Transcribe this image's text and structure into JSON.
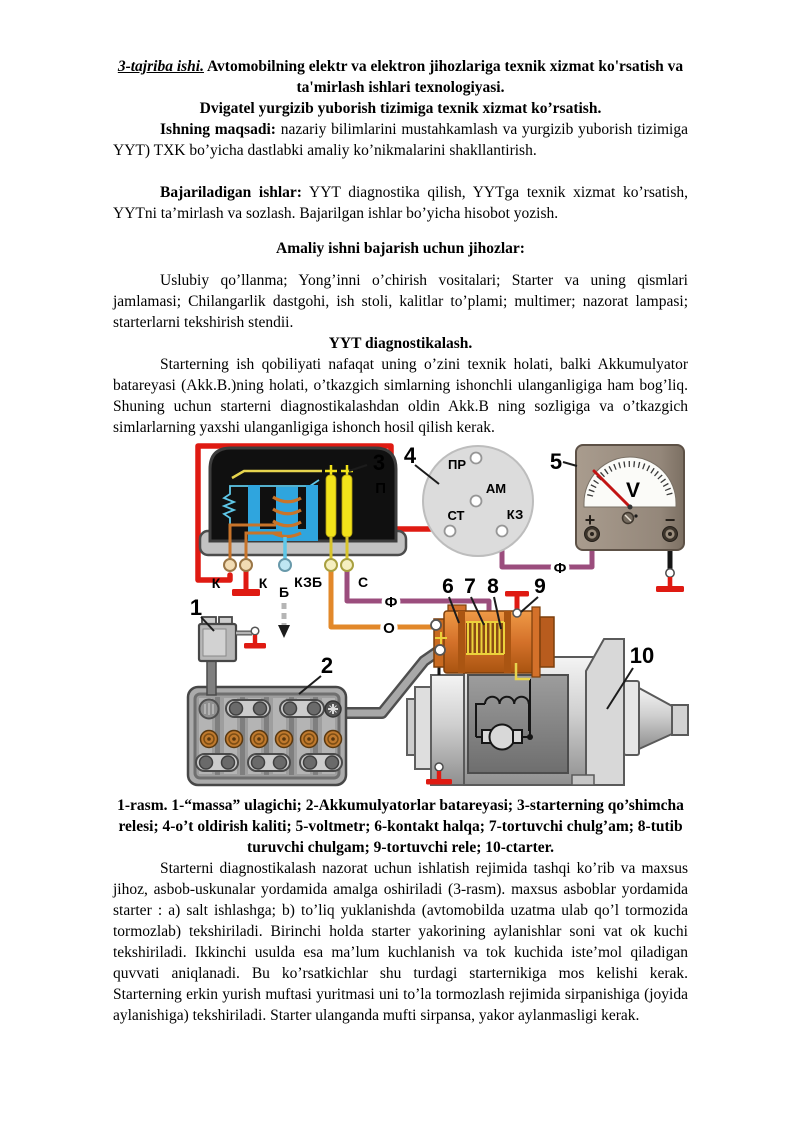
{
  "doc": {
    "title_lead": "3-tajriba ishi.",
    "title_rest": " Avtomobilning elektr va elektron jihozlariga texnik xizmat ko'rsatish va ta'mirlash ishlari texnologiyasi.",
    "subtitle": "Dvigatel yurgizib yuborish tizimiga texnik xizmat ko’rsatish.",
    "p1_label": "Ishning maqsadi:",
    "p1_text": " nazariy bilimlarini mustahkamlash va yurgizib yuborish tizimiga YYT) TXK bo’yicha dastlabki amaliy ko’nikmalarini shakllantirish.",
    "p2_label": "Bajariladigan ishlar:",
    "p2_text": " YYT diagnostika qilish, YYTga texnik xizmat ko’rsatish, YYTni ta’mirlash va sozlash. Bajarilgan ishlar bo’yicha hisobot yozish.",
    "h_equipment": "Amaliy ishni bajarish uchun jihozlar:",
    "p_equipment": "Uslubiy qo’llanma; Yong’inni o’chirish vositalari; Starter va uning qismlari jamlamasi; Chilangarlik dastgohi, ish stoli, kalitlar to’plami; multimer; nazorat lampasi; starterlarni tekshirish stendii.",
    "h_diagnostics": "YYT diagnostikalash.",
    "p_diagnostics": "Starterning ish qobiliyati nafaqat uning o’zini texnik holati, balki Akkumulyator batareyasi (Akk.B.)ning holati, o’tkazgich simlarning ishonchli ulanganligiga ham bog’liq. Shuning uchun starterni diagnostikalashdan oldin Akk.B ning sozligiga va o’tkazgich simlarlarning yaxshi ulanganligiga ishonch hosil qilish kerak.",
    "caption": "1-rasm. 1-“massa” ulagichi; 2-Akkumulyatorlar batareyasi; 3-starterning qo’shimcha relesi; 4-o’t oldirish kaliti; 5-voltmetr; 6-kontakt halqa; 7-tortuvchi chulg’am; 8-tutib turuvchi chulgam; 9-tortuvchi rele; 10-ctarter.",
    "p_final": "Starterni diagnostikalash nazorat uchun ishlatish rejimida tashqi ko’rib va maxsus jihoz, asbob-uskunalar yordamida amalga oshiriladi (3-rasm). maxsus asboblar yordamida starter : a) salt ishlashga; b) to’liq yuklanishda (avtomobilda uzatma ulab qo’l tormozida tormozlab) tekshiriladi. Birinchi holda starter yakorining aylanishlar soni vat ok kuchi tekshiriladi. Ikkinchi usulda esa ma’lum kuchlanish va tok kuchida iste’mol qiladigan quvvati aniqlanadi. Bu ko’rsatkichlar shu turdagi starternikiga mos kelishi kerak. Starterning erkin yurish muftasi yuritmasi uni to’la tormozlash rejimida sirpanishiga (joyida aylanishiga) tekshiriladi. Starter ulanganda mufti sirpansa, yakor aylanmasligi kerak."
  },
  "fig": {
    "n1": "1",
    "n2": "2",
    "n3": "3",
    "n4": "4",
    "n5": "5",
    "n6": "6",
    "n7": "7",
    "n8": "8",
    "n9": "9",
    "n10": "10",
    "relay_k1": "К",
    "relay_k2": "К",
    "relay_kz": "КЗ",
    "relay_b": "Б",
    "relay_s": "С",
    "wire_p": "П",
    "wire_f1": "Ф",
    "wire_f2": "Ф",
    "wire_o": "О",
    "arrow_b": "Б",
    "sw_pr": "ПР",
    "sw_am": "АМ",
    "sw_st": "СТ",
    "sw_kz": "КЗ",
    "vm_unit": "V",
    "vm_plus": "+",
    "vm_minus": "−",
    "colors": {
      "wire_red": "#df1a12",
      "wire_purple": "#9b4d7d",
      "wire_orange": "#e2882a",
      "contact_yellow": "#f2e31a",
      "core_blue": "#2fa5de",
      "solenoid_orange": "#d4712a",
      "meter_body": "#9c8e80"
    }
  }
}
